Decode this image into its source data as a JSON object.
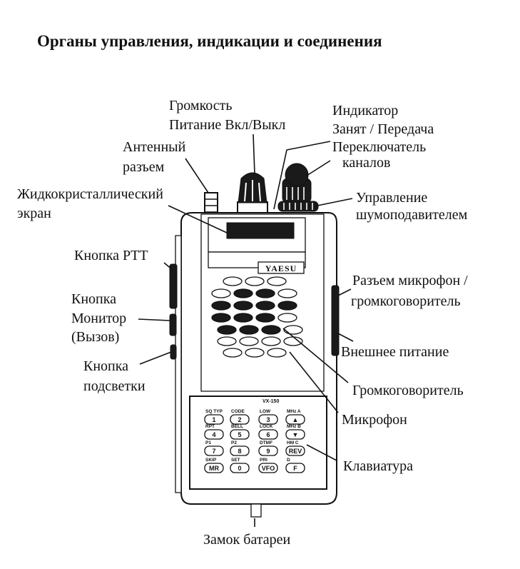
{
  "title": "Органы управления, индикации и соединения",
  "device": {
    "brand": "YAESU",
    "model": "VX-150"
  },
  "callouts": {
    "volume": [
      "Громкость",
      "Питание Вкл/Выкл"
    ],
    "indicator": [
      "Индикатор",
      "Занят / Передача"
    ],
    "channel_selector": [
      "Переключатель",
      "каналов"
    ],
    "antenna": [
      "Антенный",
      "разъем"
    ],
    "squelch": [
      "Управление",
      "шумоподавителем"
    ],
    "lcd": [
      "Жидкокристаллический",
      "экран"
    ],
    "ptt": [
      "Кнопка PTT"
    ],
    "mic_speaker_jack": [
      "Разъем микрофон /",
      "громкоговоритель"
    ],
    "monitor": [
      "Кнопка",
      "Монитор",
      "(Вызов)"
    ],
    "ext_power": [
      "Внешнее питание"
    ],
    "backlight": [
      "Кнопка",
      "подсветки"
    ],
    "speaker": [
      "Громкоговоритель"
    ],
    "microphone": [
      "Микрофон"
    ],
    "keypad": [
      "Клавиатура"
    ],
    "battery_lock": [
      "Замок батареи"
    ]
  },
  "keypad": {
    "rows": [
      [
        {
          "top": "SQ TYP",
          "key": "1"
        },
        {
          "top": "CODE",
          "key": "2"
        },
        {
          "top": "LOW",
          "key": "3"
        },
        {
          "top": "MHz A",
          "key": "▲"
        }
      ],
      [
        {
          "top": "RPT",
          "key": "4"
        },
        {
          "top": "BELL",
          "key": "5"
        },
        {
          "top": "LOCK",
          "key": "6"
        },
        {
          "top": "MHz B",
          "key": "▼"
        }
      ],
      [
        {
          "top": "P1",
          "key": "7"
        },
        {
          "top": "P2",
          "key": "8"
        },
        {
          "top": "DTMF",
          "key": "9"
        },
        {
          "top": "HM C",
          "key": "REV"
        }
      ],
      [
        {
          "top": "SKIP",
          "key": "MR"
        },
        {
          "top": "SET",
          "key": "0"
        },
        {
          "top": "PRI",
          "key": "VFO"
        },
        {
          "top": "D",
          "key": "F"
        }
      ]
    ]
  }
}
